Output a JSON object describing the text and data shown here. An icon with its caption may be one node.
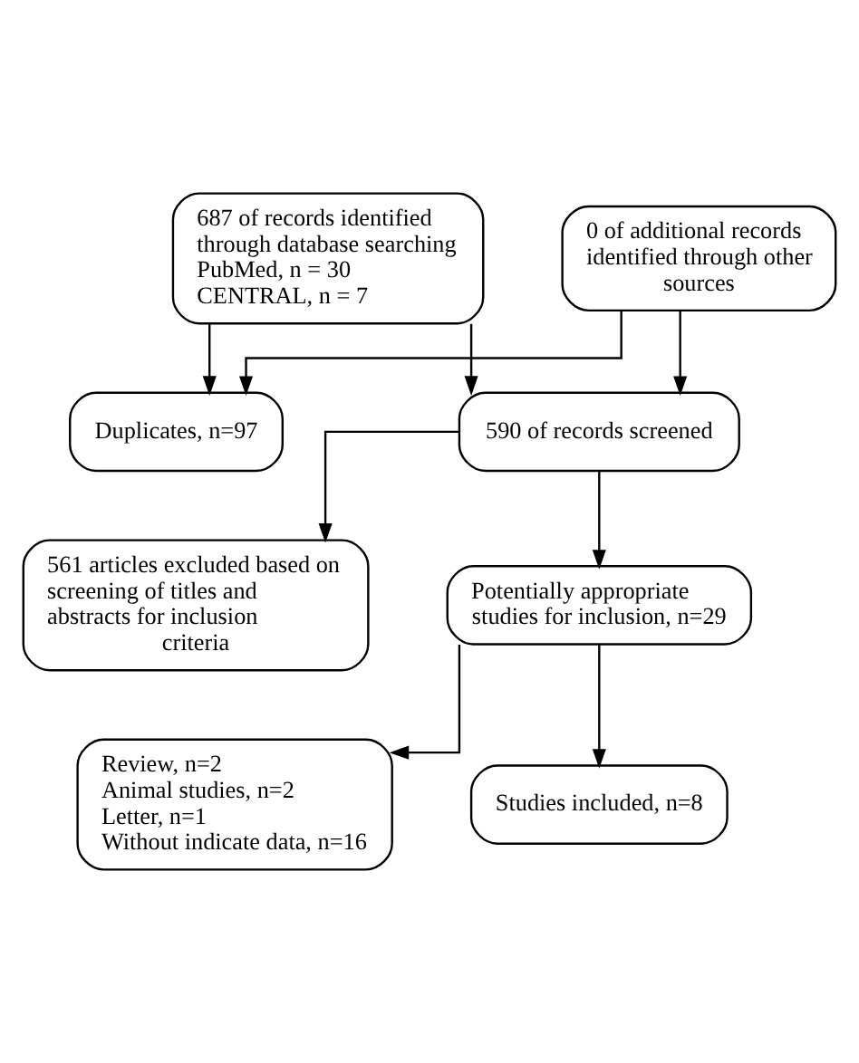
{
  "diagram": {
    "nodes": [
      {
        "text": [
          "687 of records identified through database searching",
          "PubMed, n = 30",
          "CENTRAL, n = 7"
        ]
      },
      {
        "text": [
          "0 of additional records identified through other sources"
        ]
      },
      {
        "text": [
          "Duplicates, n=97"
        ]
      },
      {
        "text": [
          "590 of records screened"
        ]
      },
      {
        "text": [
          "561 articles excluded based on screening of titles and abstracts for inclusion criteria"
        ]
      },
      {
        "text": [
          "Potentially appropriate studies for inclusion, n=29"
        ]
      },
      {
        "text": [
          "Review, n=2",
          "Animal studies, n=2",
          "Letter, n=1",
          "Without indicate data, n=16"
        ]
      },
      {
        "text": [
          "Studies included, n=8"
        ]
      }
    ],
    "edges": [
      {
        "from": 0,
        "to": 3,
        "arrow": "to"
      },
      {
        "from": 1,
        "to": 3,
        "arrow": "to"
      },
      {
        "from": 0,
        "to": 2,
        "arrow": "to"
      },
      {
        "from": 1,
        "to": 2,
        "arrow": "to"
      },
      {
        "from": 3,
        "to": 4,
        "arrow": "to"
      },
      {
        "from": 3,
        "to": 5,
        "arrow": "to"
      },
      {
        "from": 5,
        "to": 6,
        "arrow": "to"
      },
      {
        "from": 5,
        "to": 7,
        "arrow": "to"
      }
    ]
  }
}
